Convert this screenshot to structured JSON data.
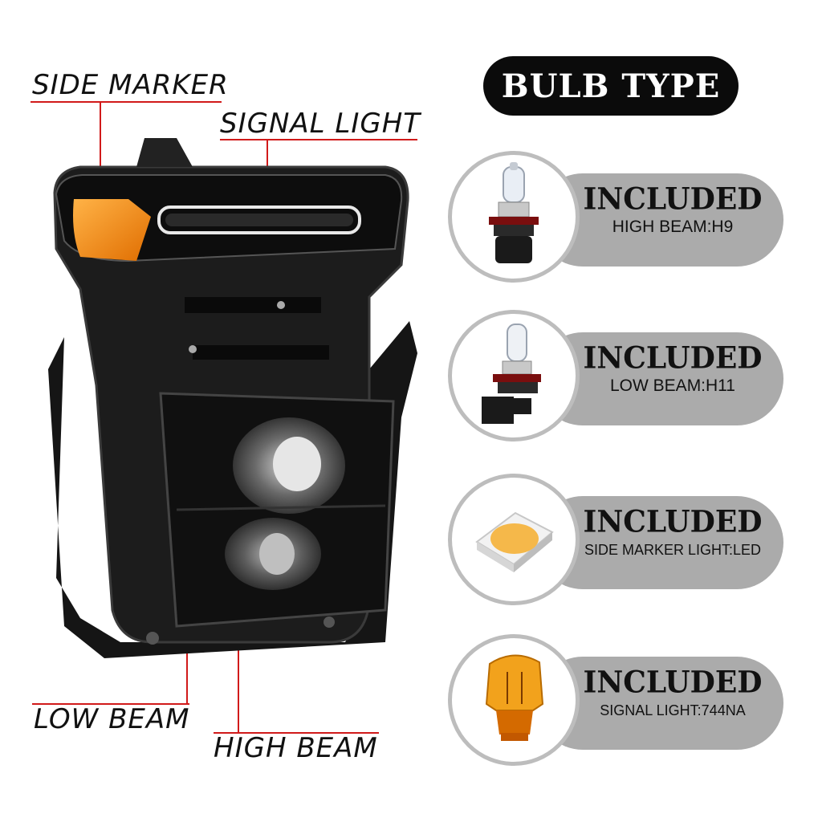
{
  "callouts": {
    "side_marker": "SIDE MARKER",
    "signal_light": "SIGNAL LIGHT",
    "low_beam": "LOW BEAM",
    "high_beam": "HIGH BEAM"
  },
  "title": "BULB TYPE",
  "bulbs": [
    {
      "status": "INCLUDED",
      "spec": "HIGH BEAM:H9",
      "icon": "halogen-bulb-h9-icon"
    },
    {
      "status": "INCLUDED",
      "spec": "LOW BEAM:H11",
      "icon": "halogen-bulb-h11-icon"
    },
    {
      "status": "INCLUDED",
      "spec": "SIDE MARKER LIGHT:LED",
      "icon": "led-chip-icon"
    },
    {
      "status": "INCLUDED",
      "spec": "SIGNAL LIGHT:744NA",
      "icon": "amber-wedge-bulb-icon"
    }
  ],
  "colors": {
    "accent_red": "#d11a1a",
    "amber": "#f08a10",
    "pill_gray": "#ababab",
    "title_black": "#0b0b0b"
  }
}
